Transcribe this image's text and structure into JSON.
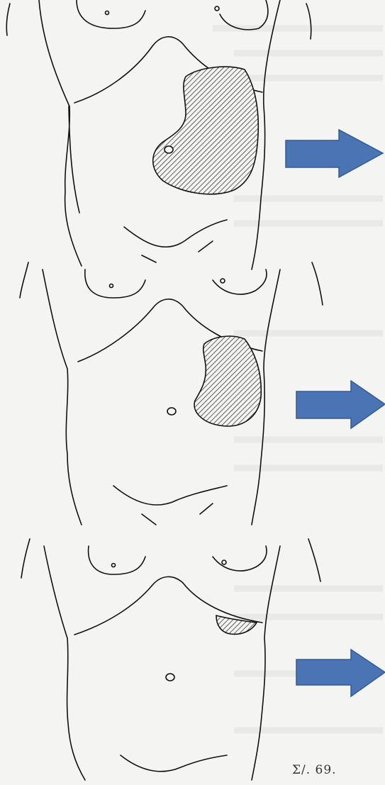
{
  "figure": {
    "caption": "Σ/. 69.",
    "panels": [
      {
        "name": "torso-panel-1",
        "hatched_region": "large",
        "arrow_color": "#4a74b4"
      },
      {
        "name": "torso-panel-2",
        "hatched_region": "medium",
        "arrow_color": "#4a74b4"
      },
      {
        "name": "torso-panel-3",
        "hatched_region": "small",
        "arrow_color": "#4a74b4"
      }
    ]
  }
}
